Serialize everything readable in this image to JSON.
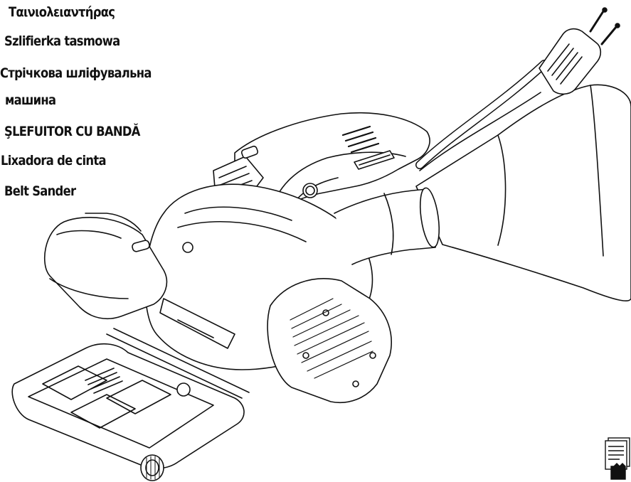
{
  "product_titles": {
    "greek": "Ταινιολειαντήρας",
    "polish": "Szlifierka tasmowa",
    "ukrainian_line1": "Стрічкова шліфувальна",
    "ukrainian_line2": "машина",
    "romanian": "ŞLEFUITOR CU BANDĂ",
    "spanish": "Lixadora de cinta",
    "english": "Belt Sander"
  },
  "illustration": {
    "subject": "belt-sander-line-drawing",
    "icon": "read-manual-icon"
  },
  "colors": {
    "ink": "#111111",
    "background": "#ffffff"
  }
}
